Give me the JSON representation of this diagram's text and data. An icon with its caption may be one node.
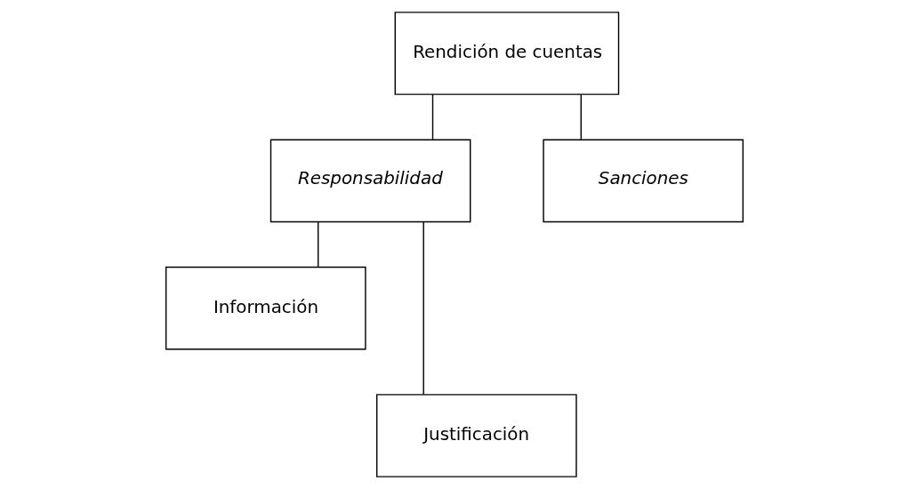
{
  "diagram": {
    "nodes": [
      {
        "text": [
          "Rendición de cuentas"
        ]
      },
      {
        "text": [
          "Responsabilidad"
        ]
      },
      {
        "text": [
          "Sanciones"
        ]
      },
      {
        "text": [
          "Información"
        ]
      },
      {
        "text": [
          "Justificación"
        ]
      }
    ],
    "edges": [
      {
        "from": 0,
        "to": 1,
        "arrow": "none"
      },
      {
        "from": 0,
        "to": 2,
        "arrow": "none"
      },
      {
        "from": 1,
        "to": 3,
        "arrow": "none"
      },
      {
        "from": 1,
        "to": 4,
        "arrow": "none"
      }
    ]
  }
}
